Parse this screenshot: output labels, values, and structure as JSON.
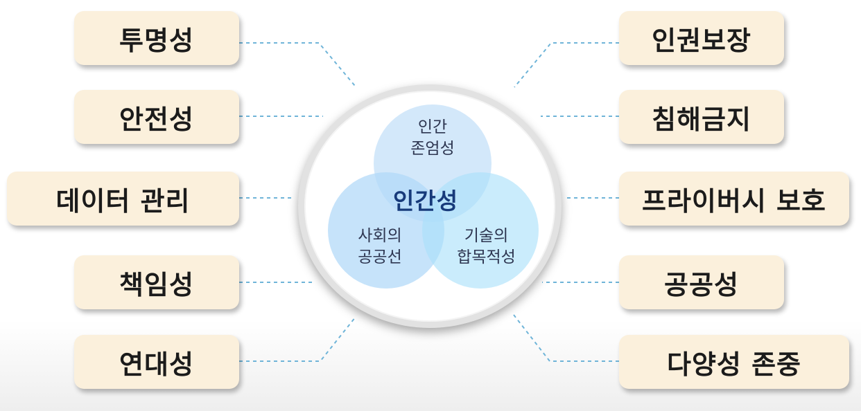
{
  "diagram": {
    "center": {
      "title": "인간성",
      "circles": [
        {
          "line1": "인간",
          "line2": "존엄성"
        },
        {
          "line1": "사회의",
          "line2": "공공선"
        },
        {
          "line1": "기술의",
          "line2": "합목적성"
        }
      ]
    },
    "left_items": [
      "투명성",
      "안전성",
      "데이터 관리",
      "책임성",
      "연대성"
    ],
    "right_items": [
      "인권보장",
      "침해금지",
      "프라이버시 보호",
      "공공성",
      "다양성 존중"
    ],
    "colors": {
      "box_fill": "#fbf0dc",
      "connector": "#6fb4d8",
      "circle_top": "#d7ecfb",
      "circle_left": "#c6e3fa",
      "circle_right": "#c3eafc",
      "title": "#173a7a"
    }
  }
}
